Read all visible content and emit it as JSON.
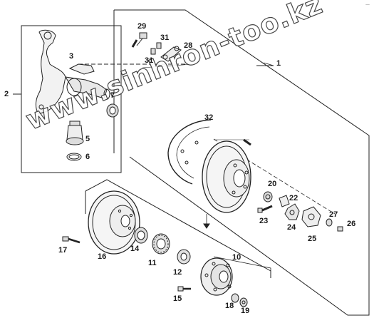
{
  "diagram": {
    "watermark": "www.sinhron-too.kz",
    "corner_mark": "—",
    "callouts": {
      "c1": "1",
      "c2": "2",
      "c3": "3",
      "c5": "5",
      "c6": "6",
      "c7": "7",
      "c10": "10",
      "c11": "11",
      "c12": "12",
      "c14": "14",
      "c15": "15",
      "c16": "16",
      "c17": "17",
      "c18": "18",
      "c19": "19",
      "c20": "20",
      "c22": "22",
      "c23": "23",
      "c24": "24",
      "c25": "25",
      "c26": "26",
      "c27": "27",
      "c28": "28",
      "c29": "29",
      "c31a": "31",
      "c31b": "31",
      "c32": "32"
    }
  }
}
